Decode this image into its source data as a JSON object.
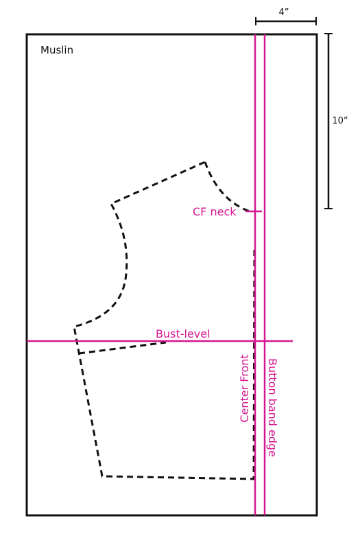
{
  "labels": {
    "fabric": "Muslin",
    "width_measure": "4”",
    "length_measure": "10”",
    "cf_neck": "CF neck",
    "bust_level": "Bust-level",
    "center_front": "Center Front",
    "button_band_edge": "Button band edge"
  },
  "colors": {
    "accent": "#d4168f",
    "outline": "#111111",
    "pattern_line": "#111111"
  }
}
